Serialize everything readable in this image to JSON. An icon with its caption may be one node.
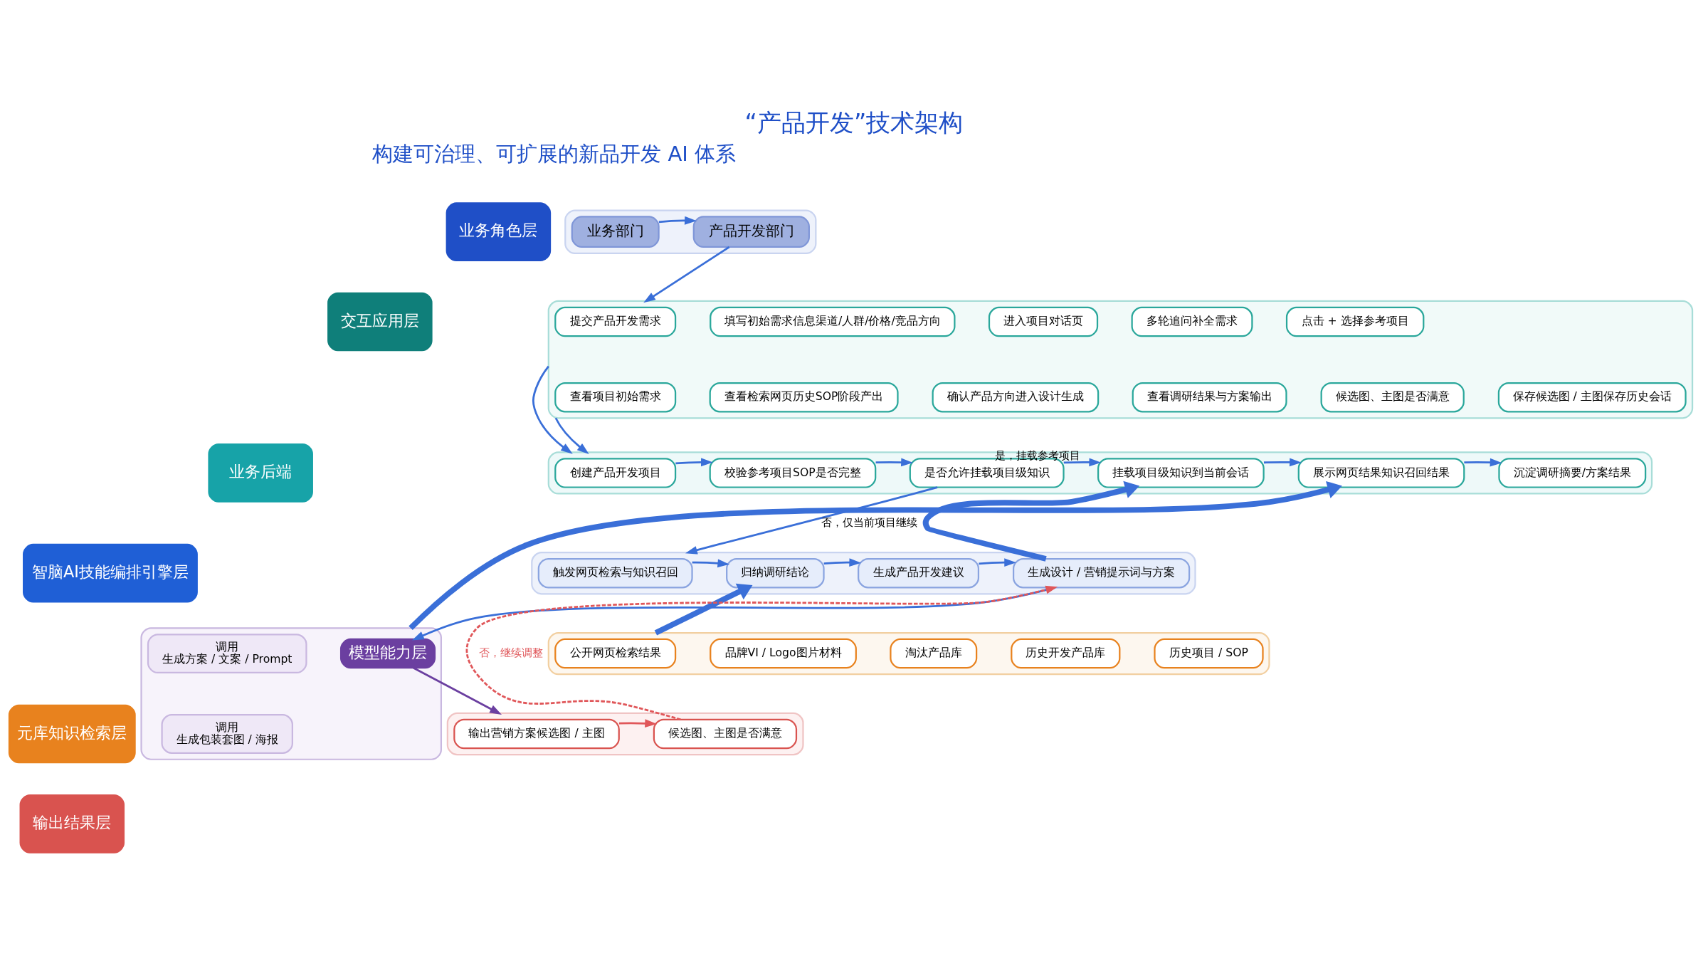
{
  "diagram": {
    "title": "“产品开发”技术架构",
    "nodes": [
      {
        "text": [
          "业务角色层"
        ]
      },
      {
        "text": [],
        "shape": "band"
      },
      {
        "text": [
          "业务部门"
        ],
        "in": 1
      },
      {
        "text": [
          "产品开发部门"
        ],
        "in": 1
      },
      {
        "text": [
          "交互应用层"
        ]
      },
      {
        "text": [],
        "shape": "band"
      },
      {
        "text": [
          "提交产品开发需求"
        ],
        "in": 5
      },
      {
        "text": [
          "填写初始需求信息渠道/人群/价格/竞品方向"
        ],
        "in": 5
      },
      {
        "text": [
          "进入项目对话页"
        ],
        "in": 5
      },
      {
        "text": [
          "多轮追问补全需求"
        ],
        "in": 5
      },
      {
        "text": [
          "点击 + 选择参考项目"
        ],
        "in": 5
      },
      {
        "text": [
          "查看项目初始需求"
        ],
        "in": 5
      },
      {
        "text": [
          "查看检索网页历史SOP阶段产出"
        ],
        "in": 5
      },
      {
        "text": [
          "确认产品方向进入设计生成"
        ],
        "in": 5
      },
      {
        "text": [
          "查看调研结果与方案输出"
        ],
        "in": 5
      },
      {
        "text": [
          "候选图、主图是否满意"
        ],
        "in": 5
      },
      {
        "text": [
          "保存候选图 / 主图保存历史会话"
        ],
        "in": 5
      },
      {
        "text": [
          "业务后端"
        ]
      },
      {
        "text": [],
        "shape": "band"
      },
      {
        "text": [
          "创建产品开发项目"
        ],
        "in": 18
      },
      {
        "text": [
          "校验参考项目SOP是否完整"
        ],
        "in": 18
      },
      {
        "text": [
          "是否允许挂载项目级知识"
        ],
        "in": 18
      },
      {
        "text": [
          "挂载项目级知识到当前会话"
        ],
        "in": 18
      },
      {
        "text": [
          "展示网页结果知识召回结果"
        ],
        "in": 18
      },
      {
        "text": [
          "沉淀调研摘要/方案结果"
        ],
        "in": 18
      },
      {
        "text": [
          "智脑AI技能编排引擎层"
        ]
      },
      {
        "text": [],
        "shape": "band"
      },
      {
        "text": [
          "触发网页检索与知识召回"
        ],
        "in": 26
      },
      {
        "text": [
          "归纳调研结论"
        ],
        "in": 26
      },
      {
        "text": [
          "生成产品开发建议"
        ],
        "in": 26
      },
      {
        "text": [
          "生成设计 / 营销提示词与方案"
        ],
        "in": 26
      },
      {
        "text": [],
        "shape": "band"
      },
      {
        "text": [
          "模型能力层"
        ],
        "in": 31
      },
      {
        "text": [
          "调用",
          "生成方案 / 文案 / Prompt"
        ],
        "in": 31
      },
      {
        "text": [
          "调用",
          "生成包装套图 / 海报"
        ],
        "in": 31
      },
      {
        "text": [
          "元库知识检索层"
        ]
      },
      {
        "text": [],
        "shape": "band"
      },
      {
        "text": [
          "公开网页检索结果"
        ],
        "in": 36
      },
      {
        "text": [
          "品牌VI / Logo图片材料"
        ],
        "in": 36
      },
      {
        "text": [
          "淘汰产品库"
        ],
        "in": 36
      },
      {
        "text": [
          "历史开发产品库"
        ],
        "in": 36
      },
      {
        "text": [
          "历史项目 / SOP"
        ],
        "in": 36
      },
      {
        "text": [
          "输出结果层"
        ]
      },
      {
        "text": [],
        "shape": "band"
      },
      {
        "text": [
          "输出营销方案候选图 / 主图"
        ],
        "in": 43
      },
      {
        "text": [
          "候选图、主图是否满意"
        ],
        "in": 43
      }
    ],
    "edges": [
      {
        "from": 2,
        "to": 3,
        "arrow": "to"
      },
      {
        "from": 3,
        "to": 5,
        "arrow": "to"
      },
      {
        "from": 5,
        "to": 18,
        "arrow": "to"
      },
      {
        "from": 5,
        "to": 18,
        "arrow": "to"
      },
      {
        "from": 19,
        "to": 20,
        "arrow": "to"
      },
      {
        "from": 20,
        "to": 21,
        "arrow": "to"
      },
      {
        "from": 21,
        "to": 22,
        "arrow": "to",
        "label": "是，挂载参考项目"
      },
      {
        "from": 21,
        "to": 26,
        "arrow": "to",
        "label": "否，仅当前项目继续"
      },
      {
        "from": 22,
        "to": 23,
        "arrow": "to"
      },
      {
        "from": 23,
        "to": 24,
        "arrow": "to"
      },
      {
        "from": 27,
        "to": 28,
        "arrow": "to"
      },
      {
        "from": 28,
        "to": 29,
        "arrow": "to"
      },
      {
        "from": 29,
        "to": 30,
        "arrow": "to"
      },
      {
        "from": 30,
        "to": 32,
        "arrow": "to"
      },
      {
        "from": 30,
        "to": 22,
        "arrow": "to",
        "style": "thick"
      },
      {
        "from": 31,
        "to": 23,
        "arrow": "to",
        "style": "thick"
      },
      {
        "from": 36,
        "to": 28,
        "arrow": "to",
        "style": "thick"
      },
      {
        "from": 32,
        "to": 43,
        "arrow": "to",
        "color": "#6b3fa0"
      },
      {
        "from": 44,
        "to": 45,
        "arrow": "to",
        "color": "#e0575a"
      },
      {
        "from": 45,
        "to": 30,
        "arrow": "to",
        "style": "dashed",
        "color": "#e0575a",
        "label": "否，继续调整"
      }
    ],
    "labels": [
      "构建可治理、可扩展的新品开发 AI 体系"
    ]
  }
}
